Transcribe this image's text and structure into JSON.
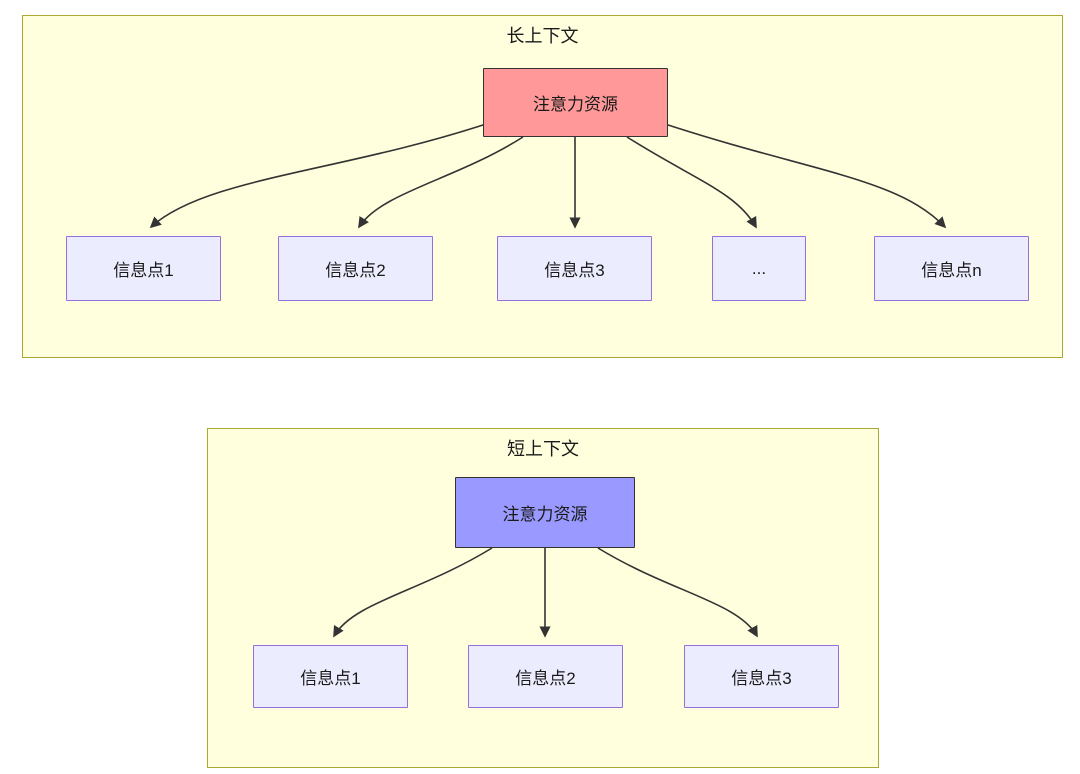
{
  "colors": {
    "container_bg": "#ffffde",
    "container_border": "#aaaa33",
    "long_source_fill": "#ff9999",
    "short_source_fill": "#9999ff",
    "info_node_fill": "#ececff",
    "info_node_border": "#9370db",
    "edge_color": "#333333"
  },
  "long_context": {
    "title": "长上下文",
    "source": "注意力资源",
    "targets": [
      "信息点1",
      "信息点2",
      "信息点3",
      "...",
      "信息点n"
    ],
    "edges": [
      {
        "from": "注意力资源",
        "to": "信息点1"
      },
      {
        "from": "注意力资源",
        "to": "信息点2"
      },
      {
        "from": "注意力资源",
        "to": "信息点3"
      },
      {
        "from": "注意力资源",
        "to": "..."
      },
      {
        "from": "注意力资源",
        "to": "信息点n"
      }
    ]
  },
  "short_context": {
    "title": "短上下文",
    "source": "注意力资源",
    "targets": [
      "信息点1",
      "信息点2",
      "信息点3"
    ],
    "edges": [
      {
        "from": "注意力资源",
        "to": "信息点1"
      },
      {
        "from": "注意力资源",
        "to": "信息点2"
      },
      {
        "from": "注意力资源",
        "to": "信息点3"
      }
    ]
  }
}
